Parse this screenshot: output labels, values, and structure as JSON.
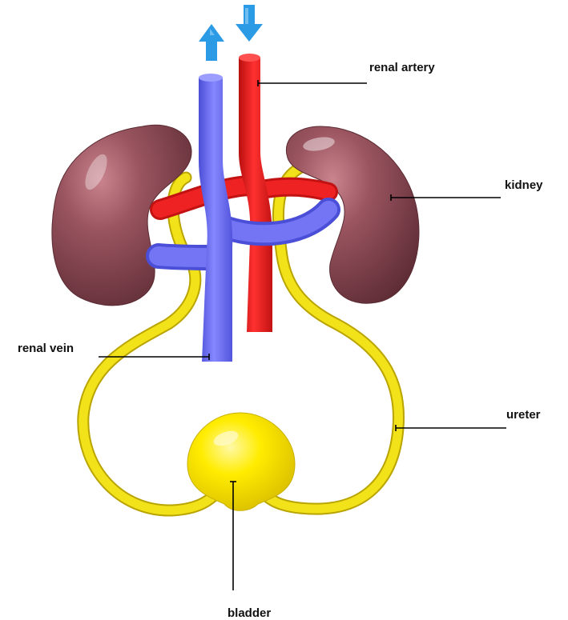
{
  "labels": {
    "renal_artery": "renal artery",
    "kidney": "kidney",
    "renal_vein": "renal vein",
    "ureter": "ureter",
    "bladder": "bladder"
  },
  "colors": {
    "background": "#ffffff",
    "kidney": "#8f4a55",
    "artery": "#ee1c1c",
    "vein": "#6a6cf2",
    "ureter": "#f2e21a",
    "bladder": "#ffea00",
    "arrow": "#2c9be6",
    "leader_line": "#000000"
  },
  "icons": {
    "flow_out_arrow": "arrow-up-icon",
    "flow_in_arrow": "arrow-down-icon"
  }
}
